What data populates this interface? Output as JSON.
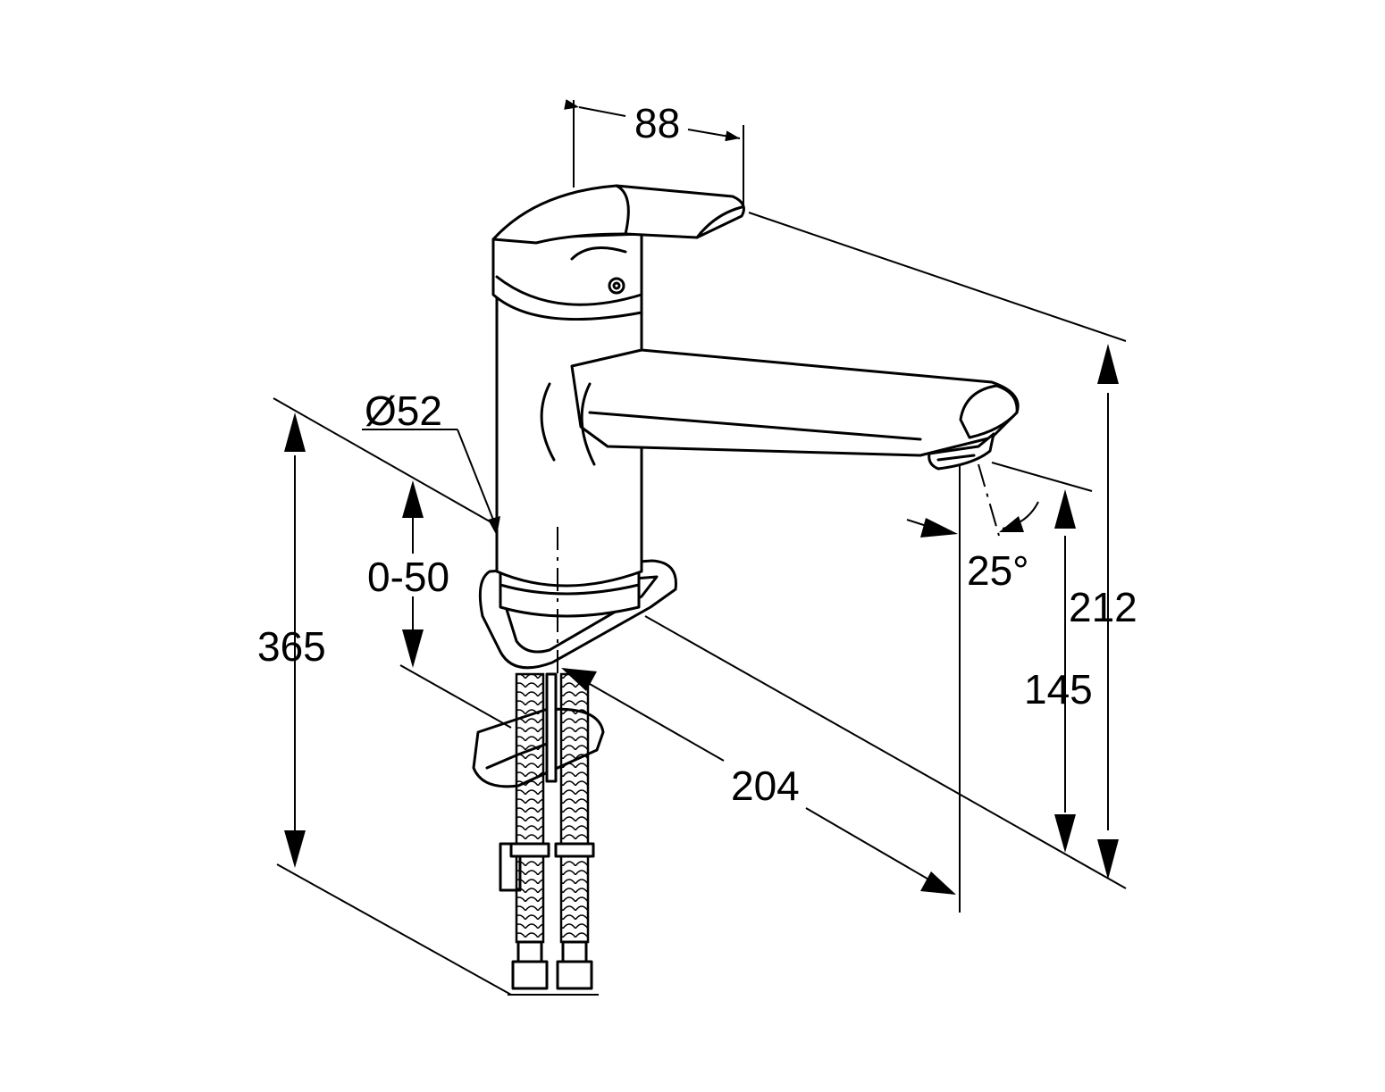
{
  "dimensions": {
    "lever_width": "88",
    "diameter": "Ø52",
    "deck_thickness": "0-50",
    "total_length": "365",
    "height": "212",
    "spout_height": "145",
    "spout_reach": "204",
    "swivel_angle": "25°"
  }
}
